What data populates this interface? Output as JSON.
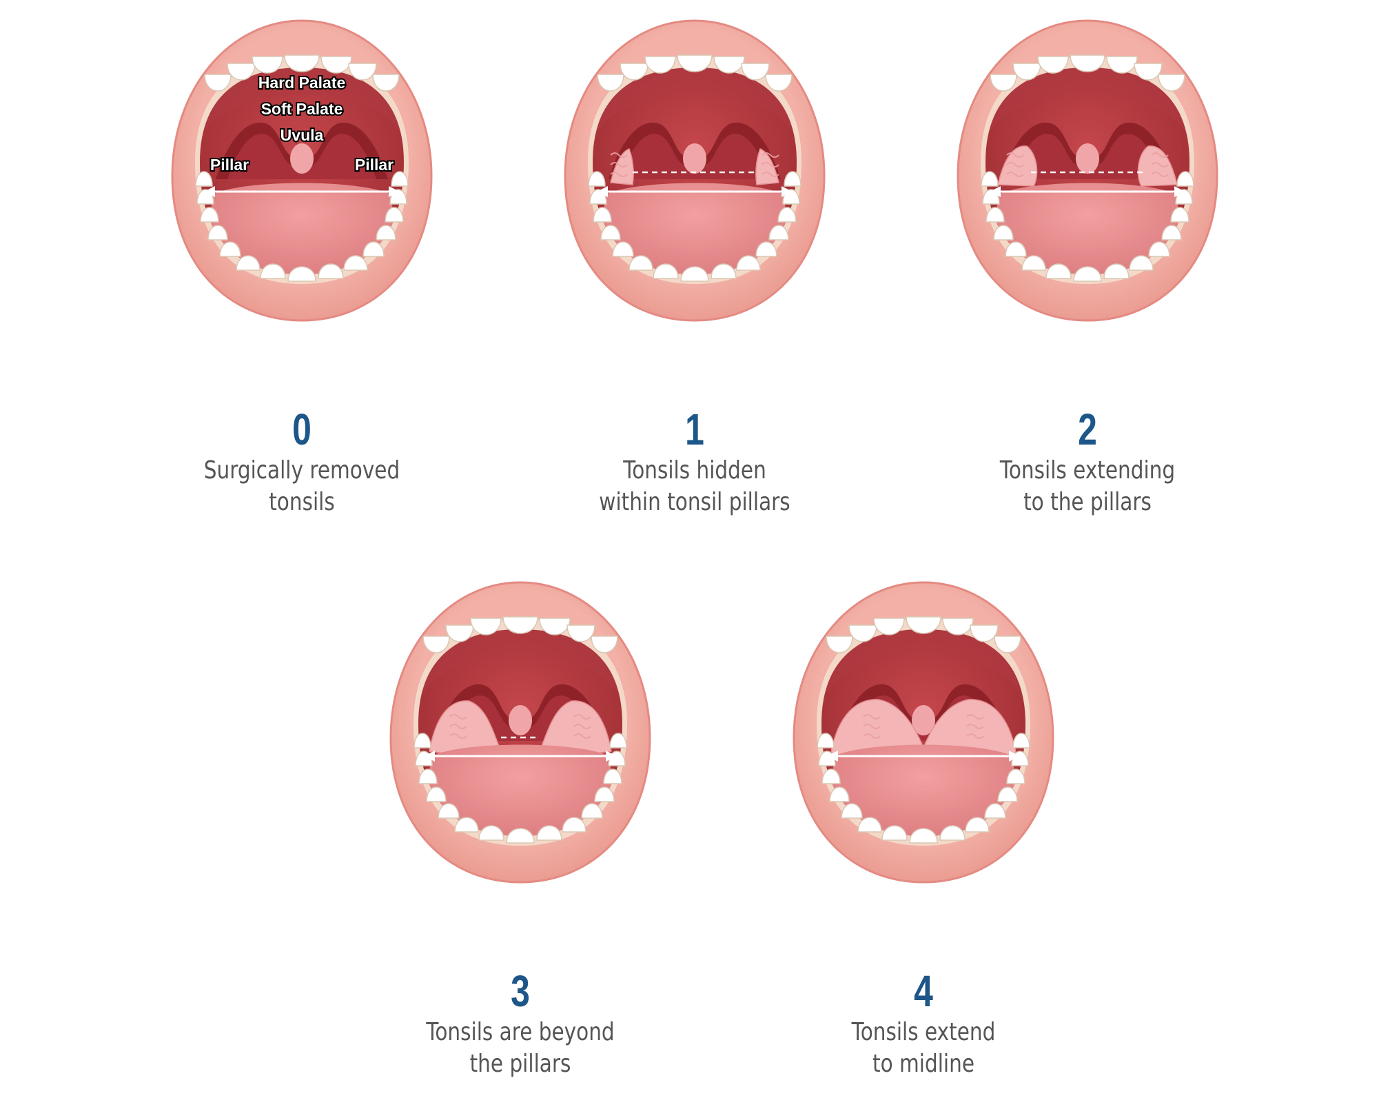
{
  "anatomy_labels": {
    "hard_palate": "Hard Palate",
    "soft_palate": "Soft Palate",
    "uvula": "Uvula",
    "pillar_left": "Pillar",
    "pillar_right": "Pillar"
  },
  "grades": [
    {
      "number": "0",
      "line1": "Surgically removed",
      "line2": "tonsils",
      "tonsil_size": 0
    },
    {
      "number": "1",
      "line1": "Tonsils hidden",
      "line2": "within tonsil pillars",
      "tonsil_size": 1
    },
    {
      "number": "2",
      "line1": "Tonsils extending",
      "line2": "to the pillars",
      "tonsil_size": 2
    },
    {
      "number": "3",
      "line1": "Tonsils are beyond",
      "line2": "the pillars",
      "tonsil_size": 3
    },
    {
      "number": "4",
      "line1": "Tonsils extend",
      "line2": "to midline",
      "tonsil_size": 4
    }
  ],
  "colors": {
    "grade_number": "#1d5688",
    "caption": "#555555",
    "lip": "#f0a89e",
    "throat": "#b43a40",
    "tongue": "#e88a8c",
    "tonsil": "#f3b5b5",
    "teeth": "#ffffff"
  }
}
